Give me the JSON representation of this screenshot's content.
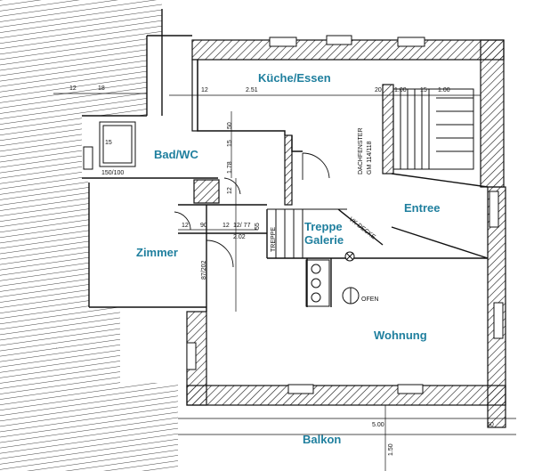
{
  "rooms": {
    "kitchen": "Küche/Essen",
    "bath": "Bad/WC",
    "entry": "Entree",
    "stair_line1": "Treppe",
    "stair_line2": "Galerie",
    "room": "Zimmer",
    "living": "Wohnung",
    "balcony": "Balkon"
  },
  "annotations": {
    "skylight": "DACHFENSTER",
    "skylight_size": "GM 114/118",
    "slab_edge": "VK DECKE",
    "stair": "TREPPE",
    "oven": "OFEN",
    "tub": "15",
    "tub_size": "150/100"
  },
  "dimensions": {
    "d12a": "12",
    "d18": "18",
    "d12b": "12",
    "d251": "2.51",
    "d20": "20",
    "d100a": "1.00",
    "d15": "15",
    "d100b": "1.00",
    "d50": "50",
    "d15b": "15",
    "d178": "1.78",
    "d12c": "12",
    "d12d": "12",
    "d90": "90",
    "d12e": "12",
    "d1277": "12/ 77",
    "d202": "2.02",
    "d55": "55",
    "d87202": "87/202",
    "d500": "5.00",
    "d50b": "50",
    "d150": "1.50"
  },
  "colors": {
    "label": "#1f7f9e",
    "line": "#111111"
  }
}
